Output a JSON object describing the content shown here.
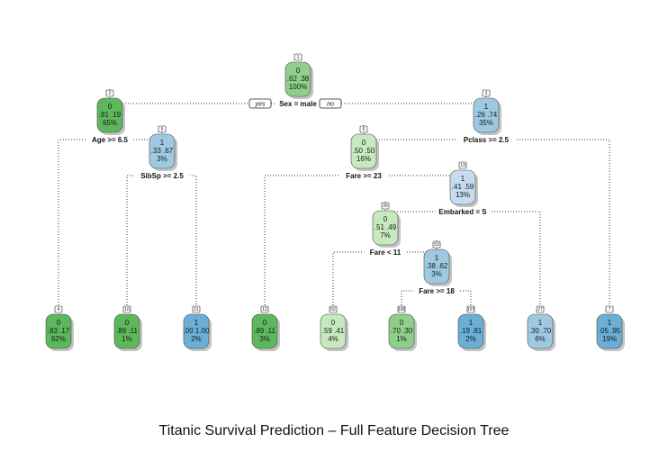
{
  "caption": "Titanic Survival Prediction – Full Feature Decision Tree",
  "colors": {
    "green_dark": "#5db85c",
    "green_mid": "#8fcf8a",
    "green_light": "#c7e9bf",
    "blue_light": "#c6dbef",
    "blue_mid": "#9ecae1",
    "blue_dark": "#6baed6",
    "edge": "#333333"
  },
  "branch_labels": {
    "yes": "yes",
    "no": "no"
  },
  "nodes": [
    {
      "key": "n1",
      "id": "1",
      "cls": "0",
      "probs": ".62 .38",
      "pct": "100%",
      "fill": "green_mid"
    },
    {
      "key": "n2",
      "id": "2",
      "cls": "0",
      "probs": ".81 .19",
      "pct": "65%",
      "fill": "green_dark"
    },
    {
      "key": "n3",
      "id": "3",
      "cls": "1",
      "probs": ".26 .74",
      "pct": "35%",
      "fill": "blue_mid"
    },
    {
      "key": "n4",
      "id": "4",
      "cls": "0",
      "probs": ".83 .17",
      "pct": "62%",
      "fill": "green_dark"
    },
    {
      "key": "n5",
      "id": "5",
      "cls": "1",
      "probs": ".33 .67",
      "pct": "3%",
      "fill": "blue_mid"
    },
    {
      "key": "n6",
      "id": "6",
      "cls": "0",
      "probs": ".50 .50",
      "pct": "16%",
      "fill": "green_light"
    },
    {
      "key": "n7",
      "id": "7",
      "cls": "1",
      "probs": ".05 .95",
      "pct": "19%",
      "fill": "blue_dark"
    },
    {
      "key": "n10",
      "id": "10",
      "cls": "0",
      "probs": ".89 .11",
      "pct": "1%",
      "fill": "green_dark"
    },
    {
      "key": "n11",
      "id": "11",
      "cls": "1",
      "probs": ".00 1.00",
      "pct": "2%",
      "fill": "blue_dark"
    },
    {
      "key": "n12",
      "id": "12",
      "cls": "0",
      "probs": ".89 .11",
      "pct": "3%",
      "fill": "green_dark"
    },
    {
      "key": "n13",
      "id": "13",
      "cls": "1",
      "probs": ".41 .59",
      "pct": "13%",
      "fill": "blue_light"
    },
    {
      "key": "n26",
      "id": "26",
      "cls": "0",
      "probs": ".51 .49",
      "pct": "7%",
      "fill": "green_light"
    },
    {
      "key": "n27",
      "id": "27",
      "cls": "1",
      "probs": ".30 .70",
      "pct": "6%",
      "fill": "blue_mid"
    },
    {
      "key": "n52",
      "id": "52",
      "cls": "0",
      "probs": ".59 .41",
      "pct": "4%",
      "fill": "green_light"
    },
    {
      "key": "n53",
      "id": "53",
      "cls": "1",
      "probs": ".38 .62",
      "pct": "3%",
      "fill": "blue_mid"
    },
    {
      "key": "n106",
      "id": "106",
      "cls": "0",
      "probs": ".70 .30",
      "pct": "1%",
      "fill": "green_mid"
    },
    {
      "key": "n107",
      "id": "107",
      "cls": "1",
      "probs": ".19 .81",
      "pct": "2%",
      "fill": "blue_dark"
    }
  ],
  "splits": [
    {
      "parent": "n1",
      "left": "n2",
      "right": "n3",
      "label": "Sex = male",
      "yes_no": true
    },
    {
      "parent": "n2",
      "left": "n4",
      "right": "n5",
      "label": "Age >= 6.5"
    },
    {
      "parent": "n5",
      "left": "n10",
      "right": "n11",
      "label": "SibSp >= 2.5"
    },
    {
      "parent": "n3",
      "left": "n6",
      "right": "n7",
      "label": "Pclass >= 2.5"
    },
    {
      "parent": "n6",
      "left": "n12",
      "right": "n13",
      "label": "Fare >= 23"
    },
    {
      "parent": "n13",
      "left": "n26",
      "right": "n27",
      "label": "Embarked = S"
    },
    {
      "parent": "n26",
      "left": "n52",
      "right": "n53",
      "label": "Fare < 11"
    },
    {
      "parent": "n53",
      "left": "n106",
      "right": "n107",
      "label": "Fare >= 18"
    }
  ]
}
